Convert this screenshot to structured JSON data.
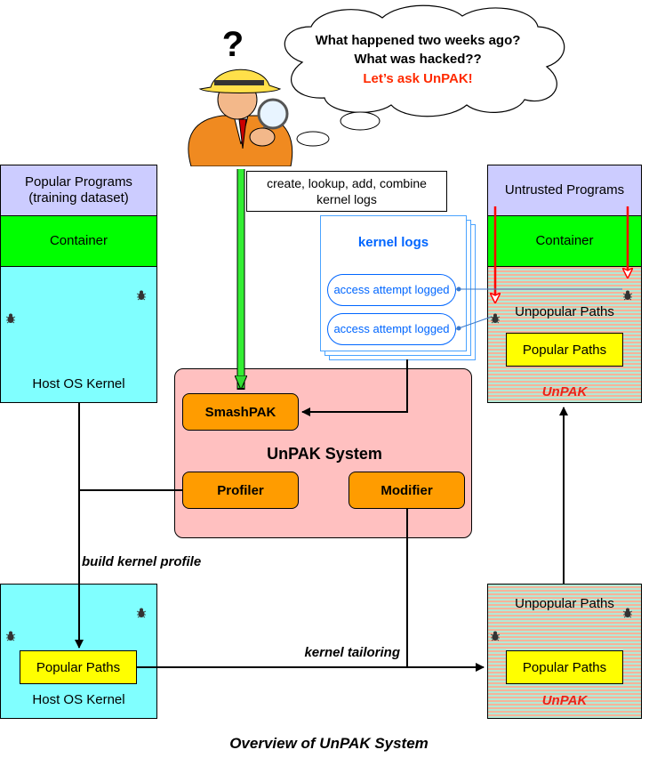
{
  "thought": {
    "line1": "What happened two weeks ago?",
    "line2": "What was hacked??",
    "line3": "Let’s ask UnPAK!"
  },
  "question_mark": "?",
  "commands_note": "create, lookup, add, combine kernel logs",
  "kernel_logs": {
    "title": "kernel logs",
    "entries": [
      "access attempt logged",
      "access attempt logged"
    ]
  },
  "left_top": {
    "programs": "Popular Programs (training dataset)",
    "container": "Container",
    "kernel": "Host OS Kernel"
  },
  "right_top": {
    "programs": "Untrusted Programs",
    "container": "Container",
    "unpopular": "Unpopular Paths",
    "popular": "Popular Paths",
    "unpak": "UnPAK"
  },
  "system": {
    "smashpak": "SmashPAK",
    "title": "UnPAK System",
    "profiler": "Profiler",
    "modifier": "Modifier"
  },
  "left_bottom": {
    "popular": "Popular Paths",
    "kernel": "Host OS Kernel"
  },
  "right_bottom": {
    "unpopular": "Unpopular Paths",
    "popular": "Popular Paths",
    "unpak": "UnPAK"
  },
  "edge_labels": {
    "build_profile": "build kernel profile",
    "tailoring": "kernel tailoring"
  },
  "caption": "Overview of UnPAK System",
  "colors": {
    "programs": "#ccccff",
    "container": "#00ff00",
    "kernel": "#80ffff",
    "system": "#ffc0c0",
    "orange": "#ff9c00",
    "yellow": "#ffff00",
    "red_arrow": "#ff0000",
    "blue_text": "#0066ff"
  }
}
